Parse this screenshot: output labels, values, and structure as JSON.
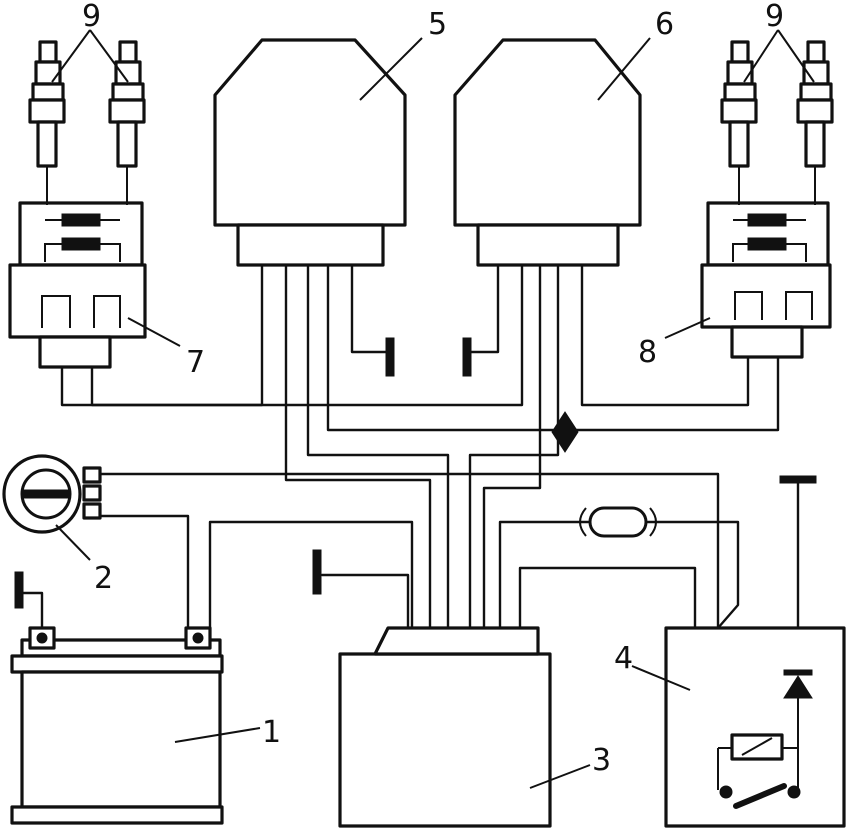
{
  "labels": {
    "battery": "1",
    "sensor": "2",
    "control_unit": "3",
    "relay_box": "4",
    "unit_5": "5",
    "unit_6": "6",
    "coil_left": "7",
    "coil_right": "8",
    "spark_plugs_left": "9",
    "spark_plugs_right": "9"
  }
}
